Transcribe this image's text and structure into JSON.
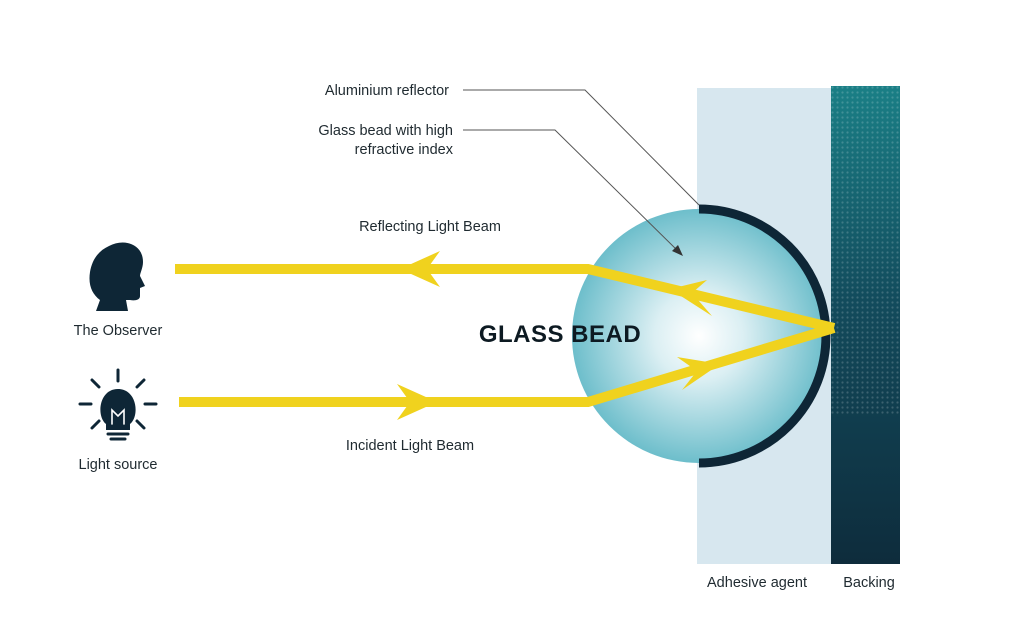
{
  "labels": {
    "aluminium_reflector": "Aluminium reflector",
    "glass_bead_desc_line1": "Glass bead with high",
    "glass_bead_desc_line2": "refractive index",
    "reflecting_beam": "Reflecting Light Beam",
    "incident_beam": "Incident Light Beam",
    "observer": "The Observer",
    "light_source": "Light source",
    "glass_bead": "GLASS BEAD",
    "adhesive": "Adhesive agent",
    "backing": "Backing"
  },
  "icons": {
    "observer": "person-head-silhouette-icon",
    "light_source": "light-bulb-icon"
  },
  "colors": {
    "beam": "#f0d21e",
    "adhesive_layer": "#d7e7ef",
    "backing_top": "#1a7f86",
    "backing_bottom": "#0e2c3c",
    "reflector": "#0e2636",
    "bead_center": "#ffffff",
    "bead_edge": "#6dbecb",
    "text": "#1f2a30"
  }
}
